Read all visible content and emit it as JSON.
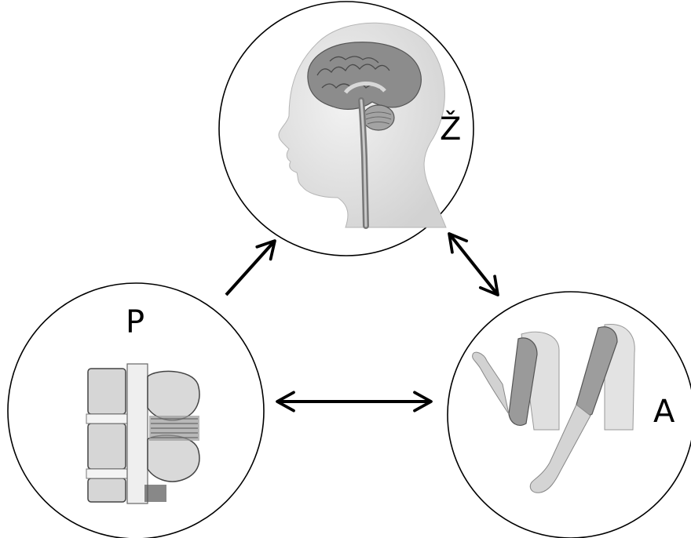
{
  "nodes": {
    "top": {
      "label": "Ž",
      "image": "brain-head-illustration"
    },
    "left": {
      "label": "P",
      "image": "spine-vertebrae-illustration"
    },
    "right": {
      "label": "A",
      "image": "arm-muscles-illustration"
    }
  },
  "edges": [
    {
      "from": "P",
      "to": "Ž",
      "direction": "one-way"
    },
    {
      "from": "Ž",
      "to": "A",
      "direction": "two-way"
    },
    {
      "from": "P",
      "to": "A",
      "direction": "two-way"
    }
  ],
  "colors": {
    "stroke": "#000000",
    "background": "#ffffff"
  }
}
